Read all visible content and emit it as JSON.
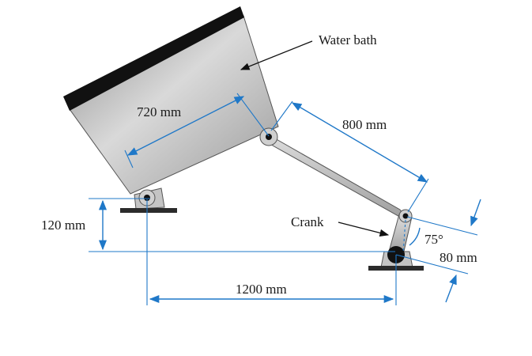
{
  "labels": {
    "water_bath": "Water bath",
    "crank": "Crank",
    "dim_720": "720 mm",
    "dim_800": "800 mm",
    "dim_120": "120 mm",
    "dim_1200": "1200 mm",
    "dim_80": "80 mm",
    "angle_75": "75°"
  },
  "colors": {
    "dimension": "#1f78c8",
    "bath_top": "#111111",
    "bath_body": "#b9b9b9",
    "link": "#bdbdbd",
    "ground": "#2b2b2b"
  }
}
